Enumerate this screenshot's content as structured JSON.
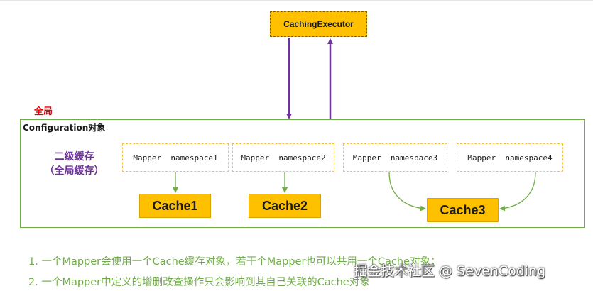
{
  "executor": {
    "label": "CachingExecutor"
  },
  "global_label": "全局",
  "configuration": {
    "title": "Configuration对象"
  },
  "second_level_cache": {
    "line1": "二级缓存",
    "line2": "（全局缓存）"
  },
  "mappers": [
    {
      "label": "Mapper  namespace1"
    },
    {
      "label": "Mapper  namespace2"
    },
    {
      "label": "Mapper  namespace3"
    },
    {
      "label": "Mapper  namespace4"
    }
  ],
  "caches": [
    {
      "label": "Cache1"
    },
    {
      "label": "Cache2"
    },
    {
      "label": "Cache3"
    }
  ],
  "notes": [
    "1. 一个Mapper会使用一个Cache缓存对象，若干个Mapper也可以共用一个Cache对象；",
    "2. 一个Mapper中定义的增删改查操作只会影响到其自己关联的Cache对象"
  ],
  "watermark": "掘金技术社区 @ SevenCoding",
  "colors": {
    "cache_fill": "#ffc000",
    "config_border": "#70ad47",
    "executor_arrow": "#7030a0",
    "mapper_arrow": "#70ad47",
    "global_label": "#e00000",
    "second_level_label": "#7030a0"
  }
}
